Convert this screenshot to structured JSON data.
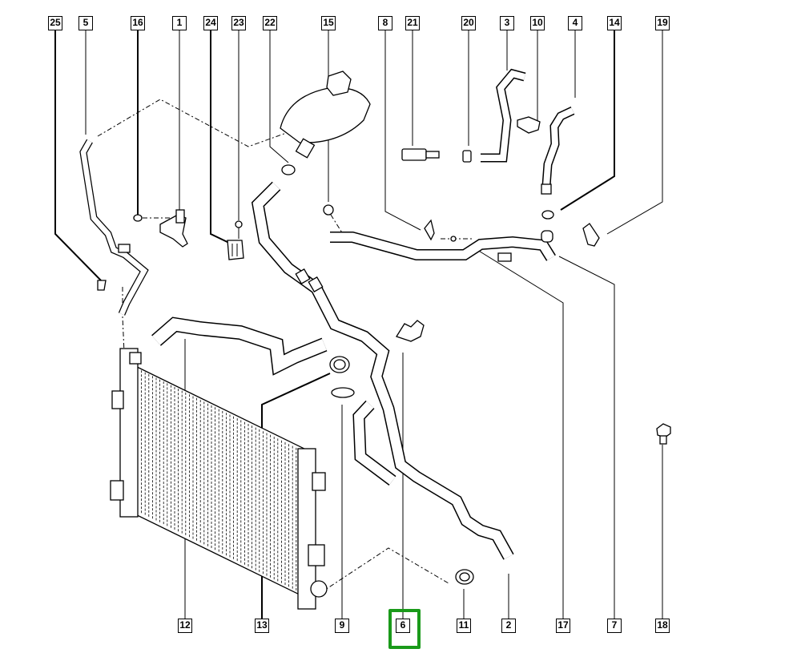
{
  "diagram": {
    "title": "Engine cooling hoses and radiator exploded view",
    "highlight_color": "#1a9a1a",
    "highlighted_callout": "6",
    "callouts_top": [
      "25",
      "5",
      "16",
      "1",
      "24",
      "23",
      "22",
      "15",
      "8",
      "21",
      "20",
      "3",
      "10",
      "4",
      "14",
      "19"
    ],
    "callouts_bottom": [
      "12",
      "13",
      "9",
      "6",
      "11",
      "2",
      "17",
      "7",
      "18"
    ]
  }
}
